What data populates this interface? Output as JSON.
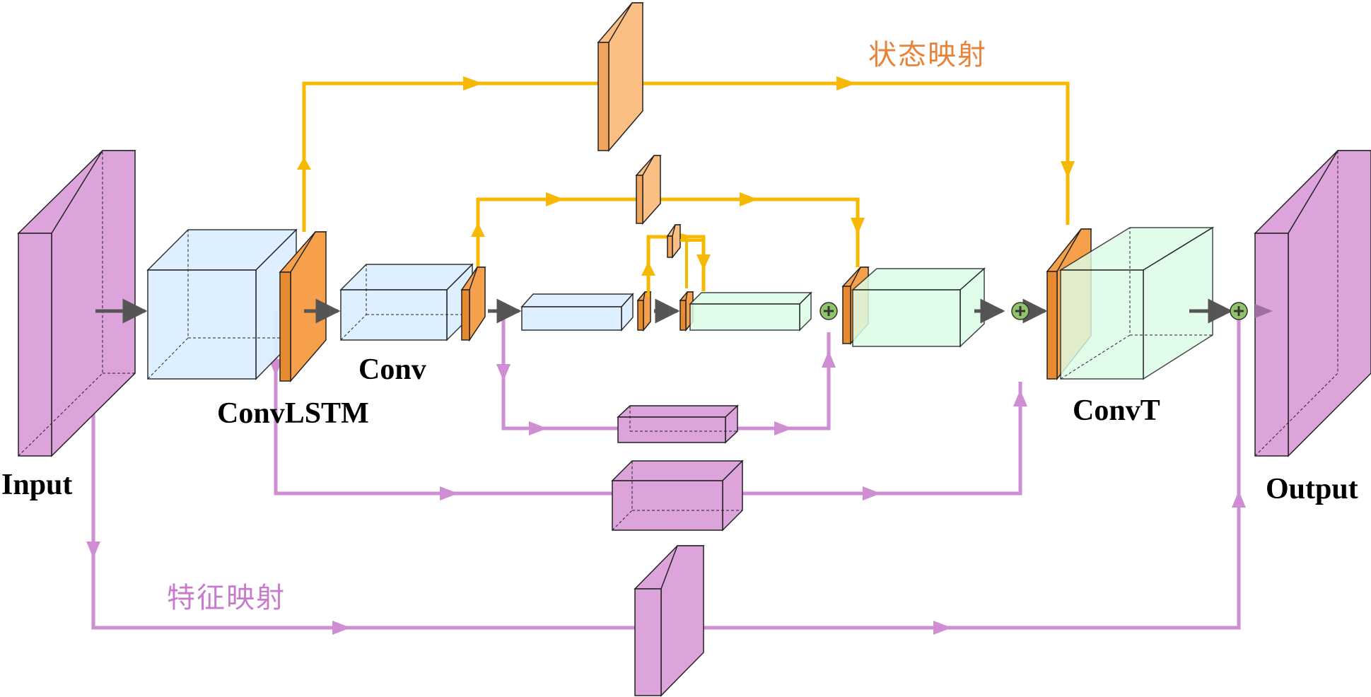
{
  "labels": {
    "input": "Input",
    "output": "Output",
    "convlstm": "ConvLSTM",
    "conv": "Conv",
    "convt": "ConvT"
  },
  "annotations": {
    "state_mapping": "状态映射",
    "feature_mapping": "特征映射"
  },
  "colors": {
    "blue_block": "#dcefff",
    "green_block": "#dbfde6",
    "purple_block": "#dda3db",
    "orange_block": "#f7a04b",
    "orange_light": "#fbbf83",
    "state_path": "#f7b801",
    "feature_path": "#cf8dd3",
    "main_arrow": "#555555",
    "add_node": "#8fc46b"
  }
}
